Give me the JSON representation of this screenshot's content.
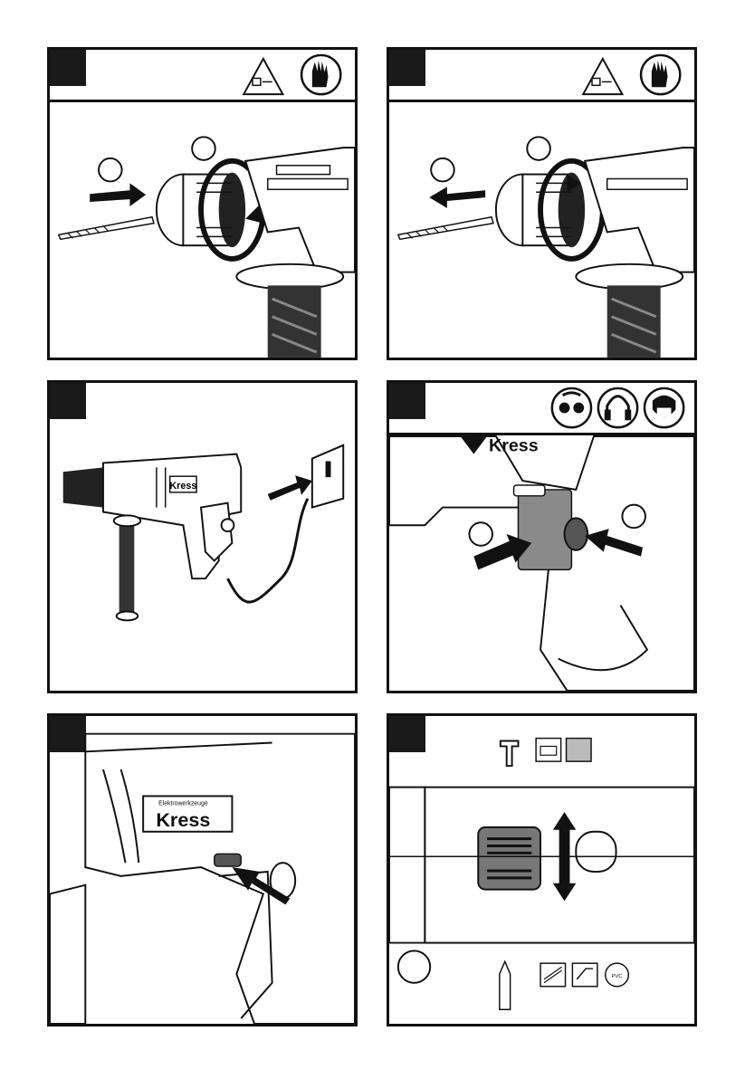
{
  "panels": [
    {
      "id": 1,
      "step_labels": [
        "",
        ""
      ],
      "icons": [
        "unplug-warning-icon",
        "gloves-icon"
      ]
    },
    {
      "id": 2,
      "step_labels": [
        "",
        ""
      ],
      "icons": [
        "unplug-warning-icon",
        "gloves-icon"
      ]
    },
    {
      "id": 3,
      "step_labels": [],
      "icons": []
    },
    {
      "id": 4,
      "step_labels": [
        "",
        ""
      ],
      "icons": [
        "safety-goggles-icon",
        "ear-protection-icon",
        "dust-mask-icon"
      ]
    },
    {
      "id": 5,
      "step_labels": [],
      "icons": []
    },
    {
      "id": 6,
      "step_labels": [],
      "icons": [
        "hammer-mode-icon",
        "brick-icon",
        "concrete-icon",
        "drill-bit-icon",
        "wood-icon",
        "metal-icon",
        "pvc-icon"
      ]
    }
  ],
  "brand": {
    "name": "Kress",
    "subline": "Elektrowerkzeuge"
  },
  "material_labels": {
    "pvc": "PVC"
  }
}
